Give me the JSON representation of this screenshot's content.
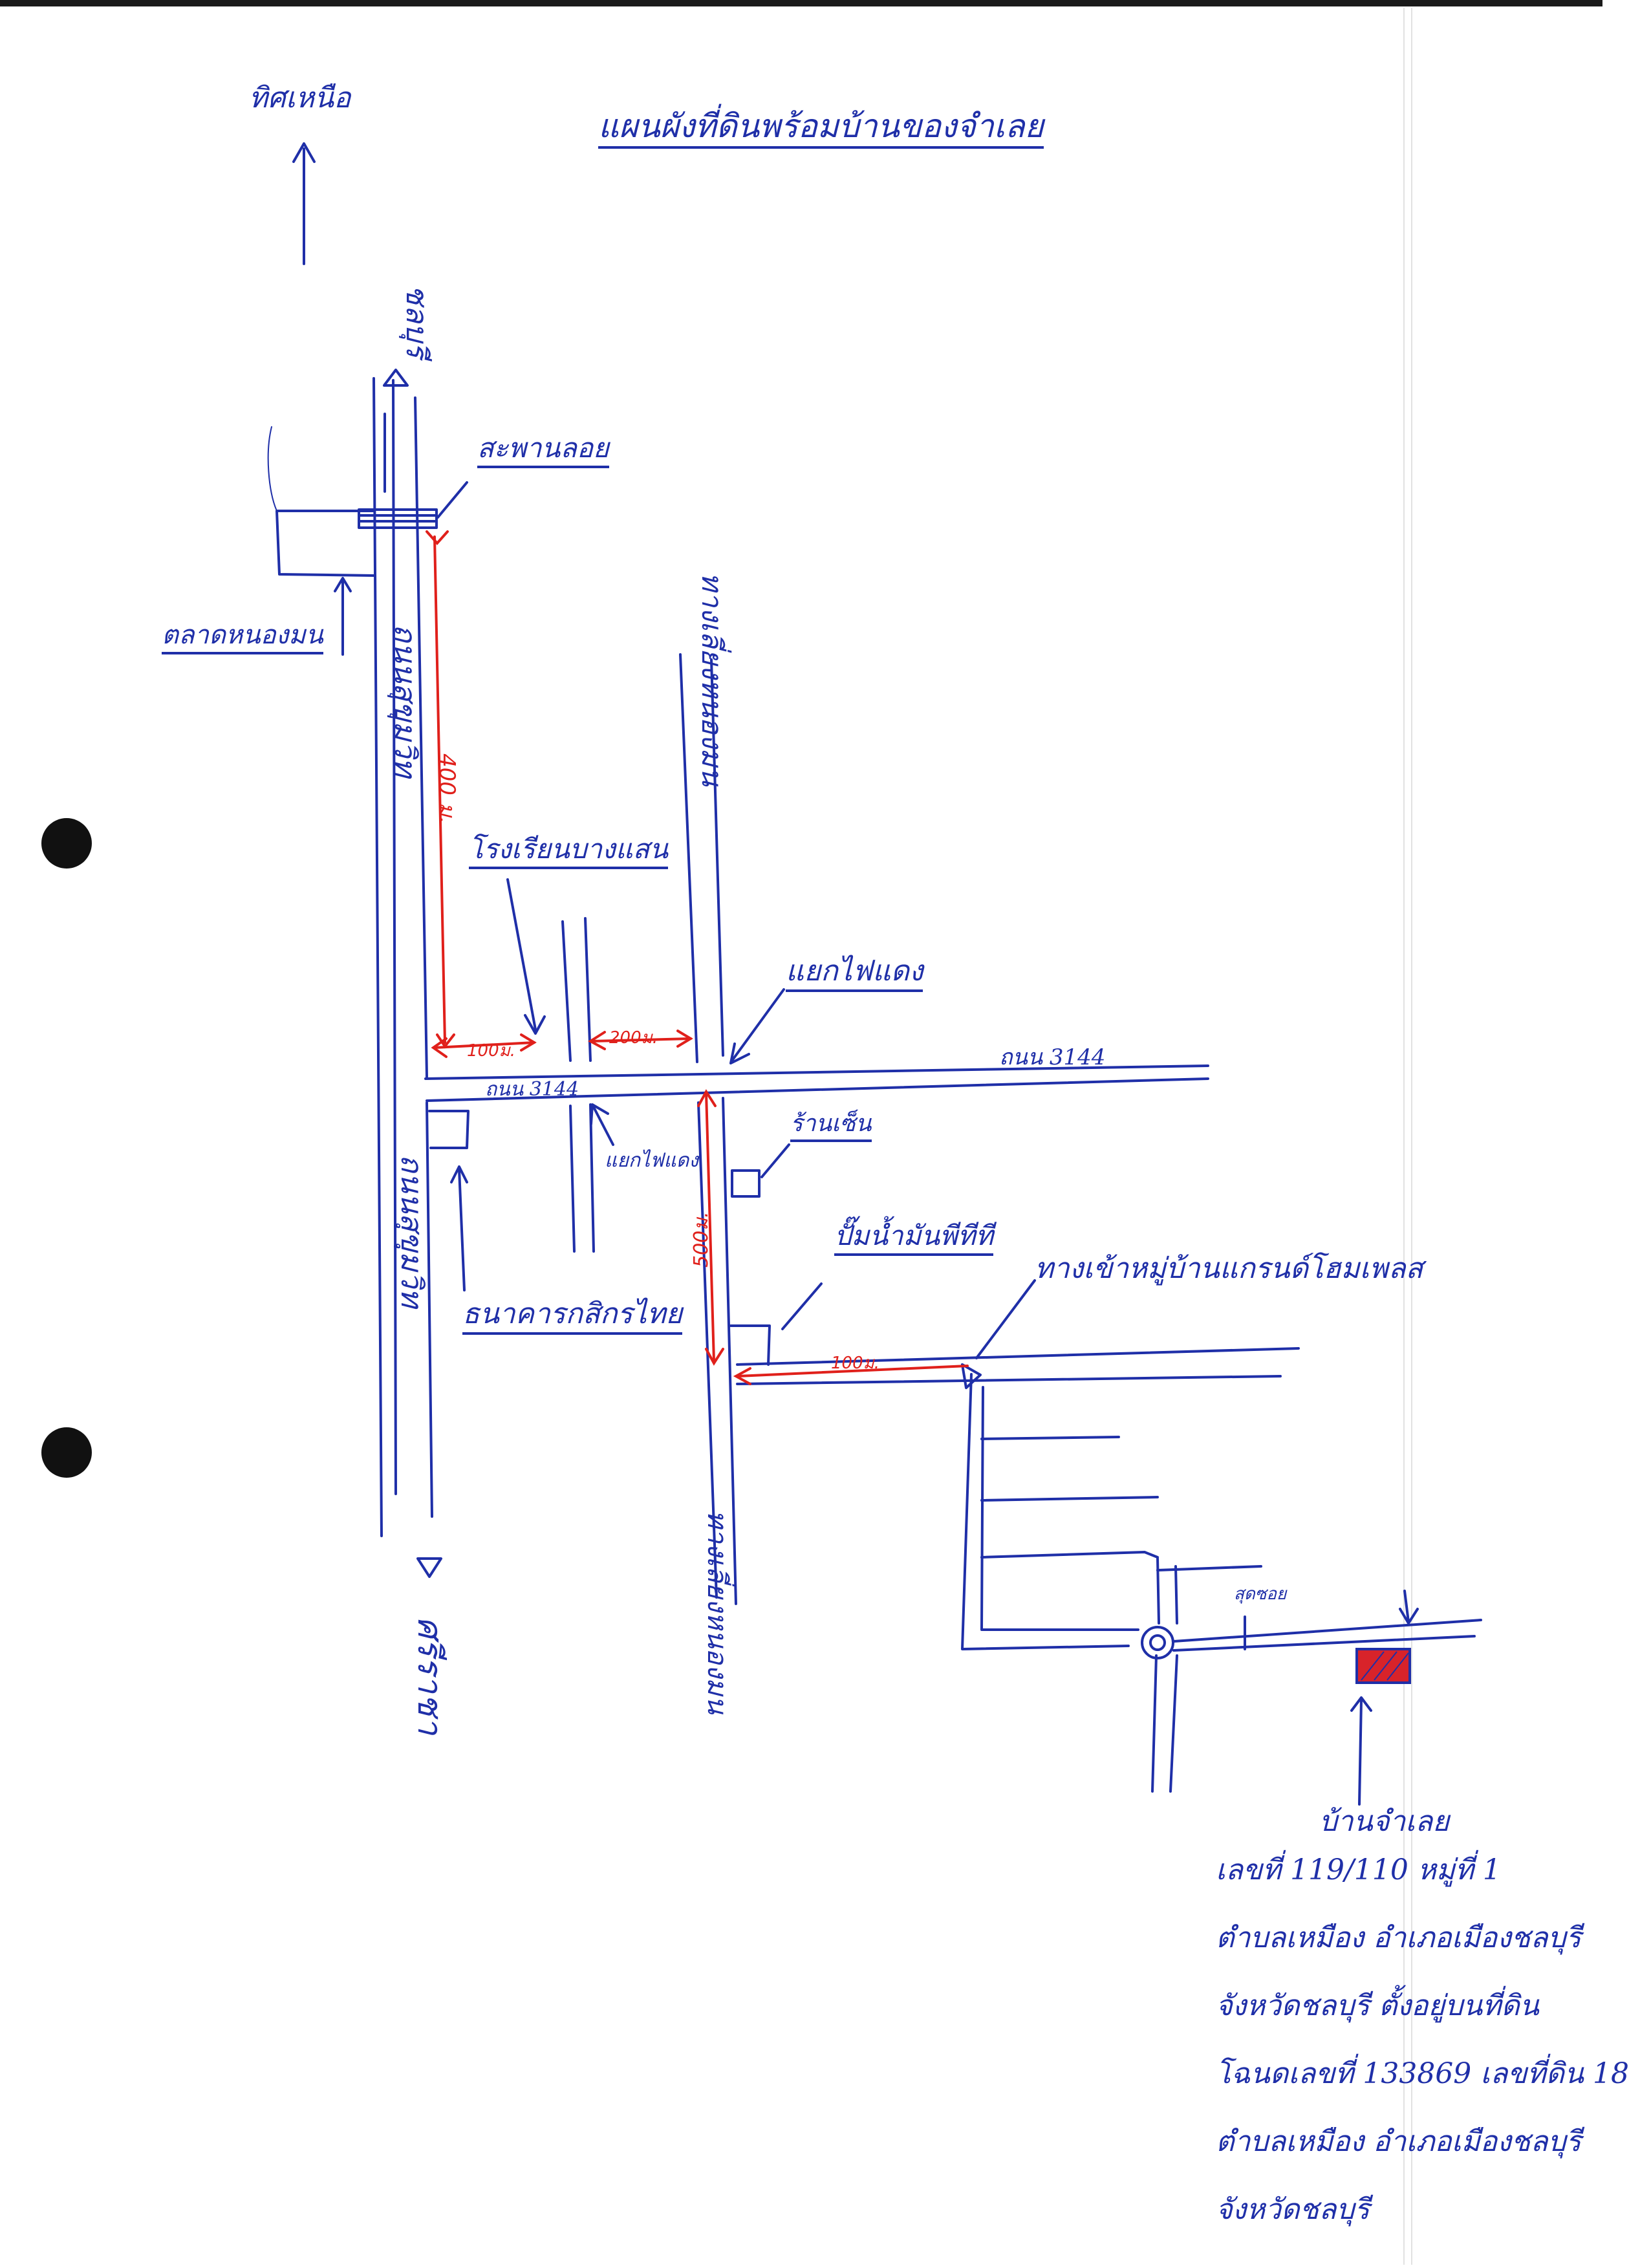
{
  "colors": {
    "ink": "#1f2fa8",
    "red_ink": "#e0201b",
    "house_fill": "#d8232a",
    "paper": "#ffffff"
  },
  "labels": {
    "title": "แผนผังที่ดินพร้อมบ้านของจำเลย",
    "north_to": "ทิศเหนือ",
    "to_chonburi": "ชลบุรี",
    "floating_bridge": "สะพานลอย",
    "market": "ตลาดหนองมน",
    "main_road": "ถนนสุขุมวิท",
    "main_road_lower": "ถนนสุขุมวิท",
    "to_sriracha": "ศรีราชา",
    "school": "โรงเรียนบางแสน",
    "traffic_light_junction": "แยกไฟแดง",
    "side_road": "ทางเลี่ยงหนองมน",
    "side_road_lower": "ทางเลี่ยงหนองมน",
    "road_3144": "ถนน 3144",
    "road_3144_left": "ถนน 3144",
    "traffic_light_small": "แยกไฟแดง",
    "shop": "ร้านเซ็น",
    "bank": "ธนาคารกสิกรไทย",
    "gas_station": "ปั๊มน้ำมันพีทีที",
    "village_entrance": "ทางเข้าหมู่บ้านแกรนด์โฮมเพลส",
    "end_of_soi": "สุดซอย"
  },
  "distances": {
    "d400": "400 ม.",
    "d100_left": "100ม.",
    "d200": "200ม.",
    "d500": "500ม.",
    "d100_village": "100ม."
  },
  "note": {
    "heading": "บ้านจำเลย",
    "lines": [
      "เลขที่ 119/110 หมู่ที่ 1",
      "ตำบลเหมือง อำเภอเมืองชลบุรี",
      "จังหวัดชลบุรี ตั้งอยู่บนที่ดิน",
      "โฉนดเลขที่ 133869 เลขที่ดิน 18",
      "ตำบลเหมือง อำเภอเมืองชลบุรี",
      "จังหวัดชลบุรี"
    ]
  }
}
